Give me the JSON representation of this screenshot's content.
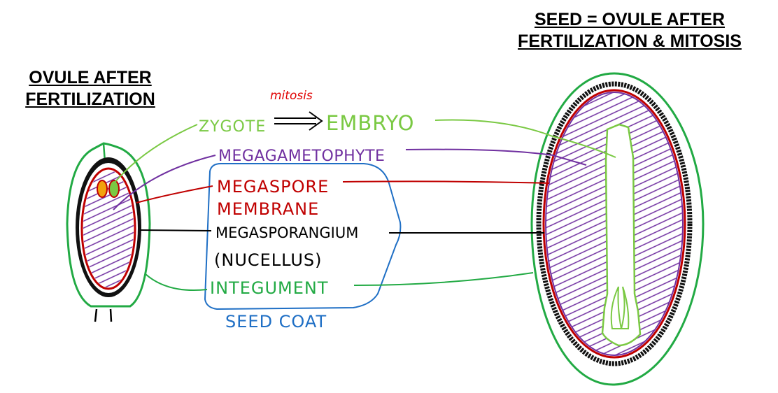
{
  "left_title": {
    "line1": "OVULE AFTER",
    "line2": "FERTILIZATION"
  },
  "right_title": {
    "line1": "SEED = OVULE AFTER",
    "line2": "FERTILIZATION & MITOSIS"
  },
  "labels": {
    "zygote": "ZYGOTE",
    "mitosis": "mitosis",
    "embryo": "EMBRYO",
    "megagametophyte": "MEGAGAMETOPHYTE",
    "megaspore_line1": "MEGASPORE",
    "megaspore_line2": "MEMBRANE",
    "megasporangium_line1": "MEGASPORANGIUM",
    "megasporangium_line2": "(NUCELLUS)",
    "integument": "INTEGUMENT",
    "seed_coat": "SEED COAT"
  },
  "colors": {
    "light_green": "#7ac943",
    "green": "#22aa44",
    "purple": "#7030a0",
    "red": "#c00000",
    "blue": "#1f6fc5",
    "black": "#000000",
    "orange": "#f2a20c"
  }
}
